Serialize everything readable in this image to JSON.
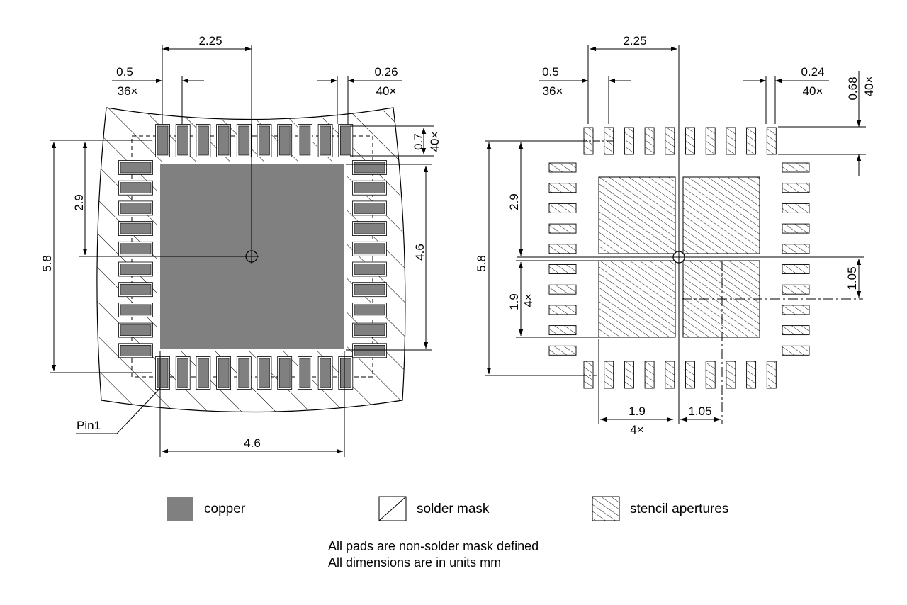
{
  "colors": {
    "copper": "#808080",
    "line": "#000000",
    "background": "#ffffff"
  },
  "left_view": {
    "labels": {
      "pitch_top": "2.25",
      "pad_pitch": "0.5",
      "pad_pitch_count": "36×",
      "pad_width": "0.26",
      "pad_width_count": "40×",
      "pad_length": "0.7",
      "pad_length_count": "40×",
      "half_height": "2.9",
      "total_height": "5.8",
      "center_pad_height": "4.6",
      "center_pad_width": "4.6",
      "pin1": "Pin1"
    }
  },
  "right_view": {
    "labels": {
      "pitch_top": "2.25",
      "pad_pitch": "0.5",
      "pad_pitch_count": "36×",
      "aperture_width": "0.24",
      "aperture_width_count": "40×",
      "aperture_length": "0.68",
      "aperture_length_count": "40×",
      "half_height": "2.9",
      "total_height": "5.8",
      "center_aperture_height": "1.9",
      "center_aperture_height_count": "4×",
      "offset_vertical": "1.05",
      "center_aperture_width": "1.9",
      "center_aperture_width_count": "4×",
      "offset_horizontal": "1.05"
    }
  },
  "legend": [
    {
      "key": "copper",
      "label": "copper"
    },
    {
      "key": "solder_mask",
      "label": "solder mask"
    },
    {
      "key": "stencil",
      "label": "stencil apertures"
    }
  ],
  "notes": [
    "All pads are non-solder mask defined",
    "All dimensions are in units mm"
  ]
}
